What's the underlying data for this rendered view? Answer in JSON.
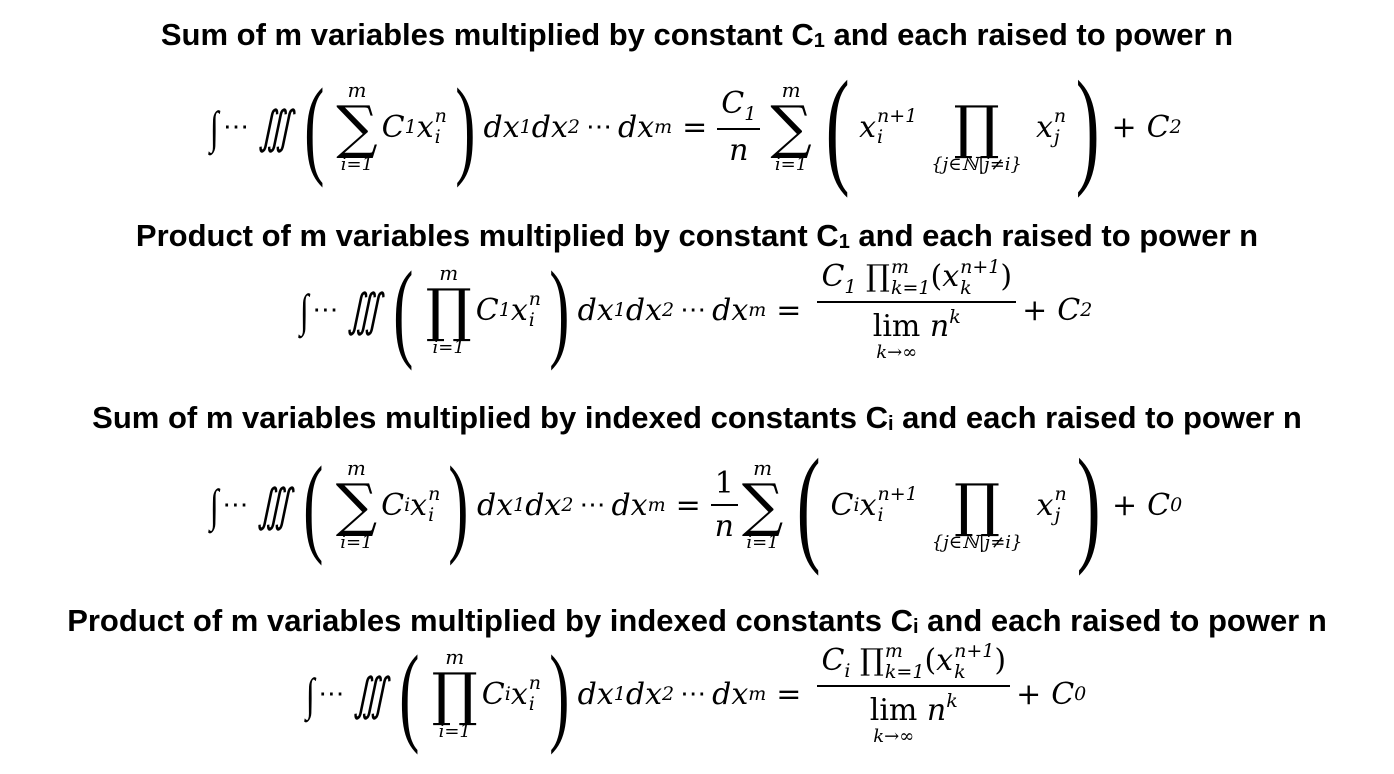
{
  "sections": [
    {
      "title_main": "Sum of m variables multiplied by constant C",
      "title_sub": "1",
      "title_tail": " and each raised to power n",
      "lhs_integrand_op": "∑",
      "lhs_op_upper": "m",
      "lhs_op_lower": "i=1",
      "lhs_coef": "C",
      "lhs_coef_sub": "1",
      "lhs_var": "x",
      "lhs_var_sup": "n",
      "lhs_var_sub": "i",
      "rhs_text": "= (C₁/n) ∑_{i=1}^{m} ( x_i^{n+1} ∏_{j∈ℕ|j≠i} x_j^n ) + C₂",
      "rhs_frac_num": "C",
      "rhs_frac_num_sub": "1",
      "rhs_frac_den": "n",
      "rhs_sum_upper": "m",
      "rhs_sum_lower": "i=1",
      "rhs_term_coef": "",
      "rhs_term_var": "x",
      "rhs_term_sup": "n+1",
      "rhs_term_sub": "i",
      "rhs_prod_lower": "{j∈ℕ|j≠i}",
      "rhs_prod_var": "x",
      "rhs_prod_sup": "n",
      "rhs_prod_sub": "j",
      "const": "C",
      "const_sub": "2"
    },
    {
      "title_main": "Product of m variables multiplied by constant C",
      "title_sub": "1",
      "title_tail": " and each raised to power n",
      "lhs_integrand_op": "∏",
      "lhs_op_upper": "m",
      "lhs_op_lower": "i=1",
      "lhs_coef": "C",
      "lhs_coef_sub": "1",
      "lhs_var": "x",
      "lhs_var_sup": "n",
      "lhs_var_sub": "i",
      "rhs_text": "= C₁ ∏_{k=1}^{m}(x_k^{n+1}) / lim_{k→∞} n^k + C₂",
      "rhs_num_coef": "C",
      "rhs_num_coef_sub": "1",
      "rhs_num_prod_upper": "m",
      "rhs_num_prod_lower": "k=1",
      "rhs_num_var": "x",
      "rhs_num_sup": "n+1",
      "rhs_num_sub": "k",
      "rhs_den_lim": "lim",
      "rhs_den_lim_sub": "k→∞",
      "rhs_den_base": "n",
      "rhs_den_sup": "k",
      "const": "C",
      "const_sub": "2"
    },
    {
      "title_main": "Sum of m variables multiplied by indexed constants C",
      "title_sub": "i",
      "title_tail": " and each raised to power n",
      "lhs_integrand_op": "∑",
      "lhs_op_upper": "m",
      "lhs_op_lower": "i=1",
      "lhs_coef": "C",
      "lhs_coef_sub": "i",
      "lhs_var": "x",
      "lhs_var_sup": "n",
      "lhs_var_sub": "i",
      "rhs_text": "= (1/n) ∑_{i=1}^{m} ( C_i x_i^{n+1} ∏_{j∈ℕ|j≠i} x_j^n ) + C₀",
      "rhs_frac_num": "1",
      "rhs_frac_num_sub": "",
      "rhs_frac_den": "n",
      "rhs_sum_upper": "m",
      "rhs_sum_lower": "i=1",
      "rhs_term_coef": "C",
      "rhs_term_coef_sub": "i",
      "rhs_term_var": "x",
      "rhs_term_sup": "n+1",
      "rhs_term_sub": "i",
      "rhs_prod_lower": "{j∈ℕ|j≠i}",
      "rhs_prod_var": "x",
      "rhs_prod_sup": "n",
      "rhs_prod_sub": "j",
      "const": "C",
      "const_sub": "0"
    },
    {
      "title_main": "Product of m variables multiplied by indexed constants C",
      "title_sub": "i",
      "title_tail": " and each raised to power n",
      "lhs_integrand_op": "∏",
      "lhs_op_upper": "m",
      "lhs_op_lower": "i=1",
      "lhs_coef": "C",
      "lhs_coef_sub": "i",
      "lhs_var": "x",
      "lhs_var_sup": "n",
      "lhs_var_sub": "i",
      "rhs_text": "= C_i ∏_{k=1}^{m}(x_k^{n+1}) / lim_{k→∞} n^k + C₀",
      "rhs_num_coef": "C",
      "rhs_num_coef_sub": "i",
      "rhs_num_prod_upper": "m",
      "rhs_num_prod_lower": "k=1",
      "rhs_num_var": "x",
      "rhs_num_sup": "n+1",
      "rhs_num_sub": "k",
      "rhs_den_lim": "lim",
      "rhs_den_lim_sub": "k→∞",
      "rhs_den_base": "n",
      "rhs_den_sup": "k",
      "const": "C",
      "const_sub": "0"
    }
  ],
  "common": {
    "integral_single": "∫",
    "integral_triple": "∭",
    "cdots": "⋯",
    "lparen": "(",
    "rparen": ")",
    "equals": "=",
    "plus": "+",
    "d": "d",
    "x": "x",
    "dx_sub_1": "1",
    "dx_sub_2": "2",
    "dx_sub_m": "m",
    "sum": "∑",
    "prod": "∏"
  }
}
